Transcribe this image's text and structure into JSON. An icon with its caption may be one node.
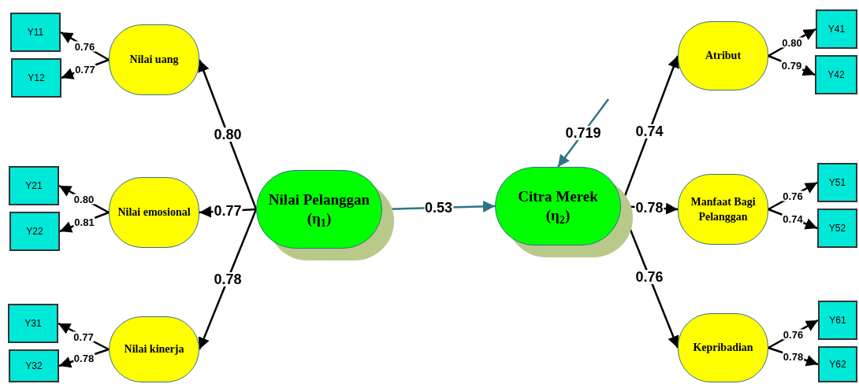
{
  "diagram": {
    "nodes": [
      {
        "text": [
          "Nilai Pelanggan",
          "(η$_{1}$)"
        ]
      },
      {
        "text": [
          "Citra Merek",
          "(η$_{2}$)"
        ]
      },
      {
        "text": [
          "Nilai uang"
        ]
      },
      {
        "text": [
          "Nilai emosional"
        ]
      },
      {
        "text": [
          "Nilai kinerja"
        ]
      },
      {
        "text": [
          "Atribut"
        ]
      },
      {
        "text": [
          "Manfaat Bagi Pelanggan"
        ]
      },
      {
        "text": [
          "Kepribadian"
        ]
      },
      {
        "text": [
          "Y11"
        ]
      },
      {
        "text": [
          "Y12"
        ]
      },
      {
        "text": [
          "Y21"
        ]
      },
      {
        "text": [
          "Y22"
        ]
      },
      {
        "text": [
          "Y31"
        ]
      },
      {
        "text": [
          "Y32"
        ]
      },
      {
        "text": [
          "Y41"
        ]
      },
      {
        "text": [
          "Y42"
        ]
      },
      {
        "text": [
          "Y51"
        ]
      },
      {
        "text": [
          "Y52"
        ]
      },
      {
        "text": [
          "Y61"
        ]
      },
      {
        "text": [
          "Y62"
        ]
      }
    ],
    "edges": [
      {
        "from": 0,
        "to": 2,
        "arrow": "to",
        "label": "0.80"
      },
      {
        "from": 0,
        "to": 3,
        "arrow": "to",
        "label": "0.77"
      },
      {
        "from": 0,
        "to": 4,
        "arrow": "to",
        "label": "0.78"
      },
      {
        "from": 0,
        "to": 1,
        "arrow": "to",
        "label": "0.53",
        "color": "#2e7487"
      },
      {
        "from": null,
        "to": 1,
        "arrow": "to",
        "label": "0.719",
        "color": "#2e7487"
      },
      {
        "from": 1,
        "to": 5,
        "arrow": "to",
        "label": "0.74"
      },
      {
        "from": 1,
        "to": 6,
        "arrow": "to",
        "label": "0.78"
      },
      {
        "from": 1,
        "to": 7,
        "arrow": "to",
        "label": "0.76"
      },
      {
        "from": 2,
        "to": 8,
        "arrow": "to",
        "label": "0.76"
      },
      {
        "from": 2,
        "to": 9,
        "arrow": "to",
        "label": "0.77"
      },
      {
        "from": 3,
        "to": 10,
        "arrow": "to",
        "label": "0.80"
      },
      {
        "from": 3,
        "to": 11,
        "arrow": "to",
        "label": "0.81"
      },
      {
        "from": 4,
        "to": 12,
        "arrow": "to",
        "label": "0.77"
      },
      {
        "from": 4,
        "to": 13,
        "arrow": "to",
        "label": "0.78"
      },
      {
        "from": 5,
        "to": 14,
        "arrow": "to",
        "label": "0.80"
      },
      {
        "from": 5,
        "to": 15,
        "arrow": "to",
        "label": "0.79"
      },
      {
        "from": 6,
        "to": 16,
        "arrow": "to",
        "label": "0.76"
      },
      {
        "from": 6,
        "to": 17,
        "arrow": "to",
        "label": "0.74"
      },
      {
        "from": 7,
        "to": 18,
        "arrow": "to",
        "label": "0.76"
      },
      {
        "from": 7,
        "to": 19,
        "arrow": "to",
        "label": "0.78"
      }
    ]
  }
}
